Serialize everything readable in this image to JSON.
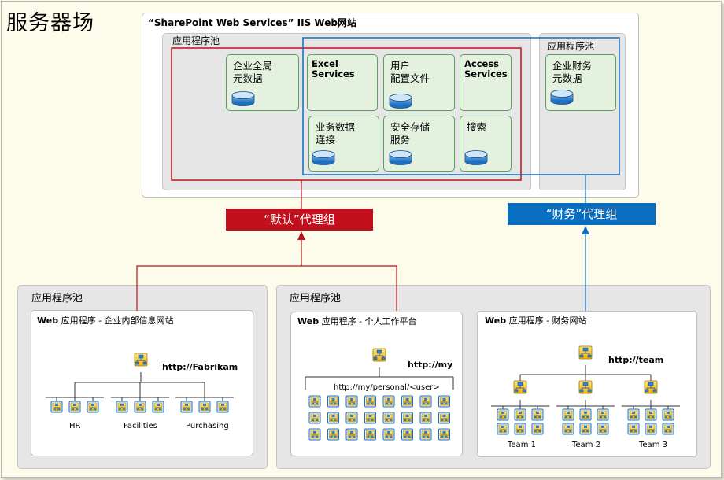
{
  "title": "服务器场",
  "iis": {
    "title": "“SharePoint Web Services” IIS Web网站",
    "pool_left_label": "应用程序池",
    "pool_right_label": "应用程序池"
  },
  "services": {
    "bdc": "企业全局\n元数据",
    "excel": "Excel\nServices",
    "profile": "用户\n配置文件",
    "access": "Access\nServices",
    "business_data": "业务数据\n连接",
    "secure_store": "安全存储\n服务",
    "search": "搜索",
    "finance_bdc": "企业财务\n元数据"
  },
  "groups": {
    "default": "“默认”代理组",
    "finance": "“财务”代理组"
  },
  "colors": {
    "default": "#c1101c",
    "finance": "#0a6ec0"
  },
  "bottom": {
    "pool1_label": "应用程序池",
    "pool2_label": "应用程序池",
    "app_intranet": {
      "prefix": "Web",
      "title": " 应用程序 - 企业内部信息网站",
      "url": "http://Fabrikam",
      "sites": [
        "HR",
        "Facilities",
        "Purchasing"
      ]
    },
    "app_my": {
      "prefix": "Web",
      "title": " 应用程序 - 个人工作平台",
      "url": "http://my",
      "personal_url": "http://my/personal/<user>"
    },
    "app_team": {
      "prefix": "Web",
      "title": " 应用程序 - 财务网站",
      "url": "http://team",
      "sites": [
        "Team 1",
        "Team 2",
        "Team 3"
      ]
    }
  }
}
